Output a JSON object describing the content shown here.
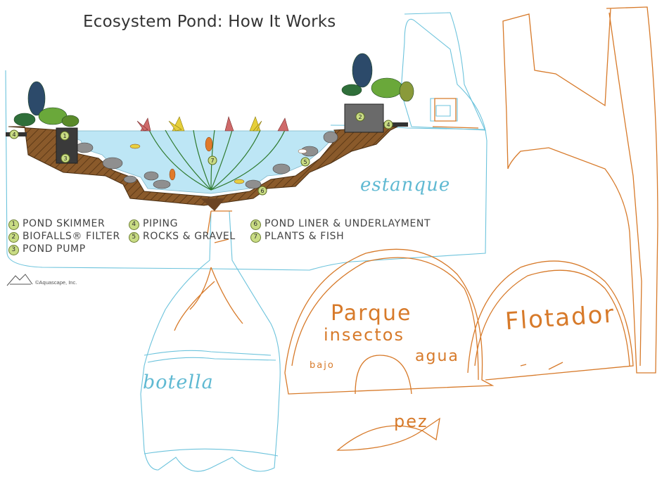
{
  "title": "Ecosystem Pond: How It Works",
  "legend": [
    {
      "num": "1",
      "label": "POND SKIMMER"
    },
    {
      "num": "2",
      "label": "BIOFALLS® FILTER"
    },
    {
      "num": "3",
      "label": "POND PUMP"
    },
    {
      "num": "4",
      "label": "PIPING"
    },
    {
      "num": "5",
      "label": "ROCKS & GRAVEL"
    },
    {
      "num": "6",
      "label": "POND LINER & UNDERLAYMENT"
    },
    {
      "num": "7",
      "label": "PLANTS & FISH"
    }
  ],
  "credit": "©Aquascape, Inc.",
  "annotations": {
    "estanque": "estanque",
    "botella": "botella",
    "parque": "Parque",
    "insectos": "insectos",
    "agua": "agua",
    "bajo": "bajo",
    "flotador": "Flotador",
    "pez": "pez"
  },
  "markers": {
    "m1": "1",
    "m2": "2",
    "m3": "3",
    "m4a": "4",
    "m4b": "4",
    "m5": "5",
    "m6": "6",
    "m7": "7"
  },
  "colors": {
    "water": "#bde6f5",
    "soil": "#8a5a2b",
    "ink_blue": "#5fb9d2",
    "ink_orange": "#d77a2a",
    "marker_green": "#c9dc84"
  }
}
